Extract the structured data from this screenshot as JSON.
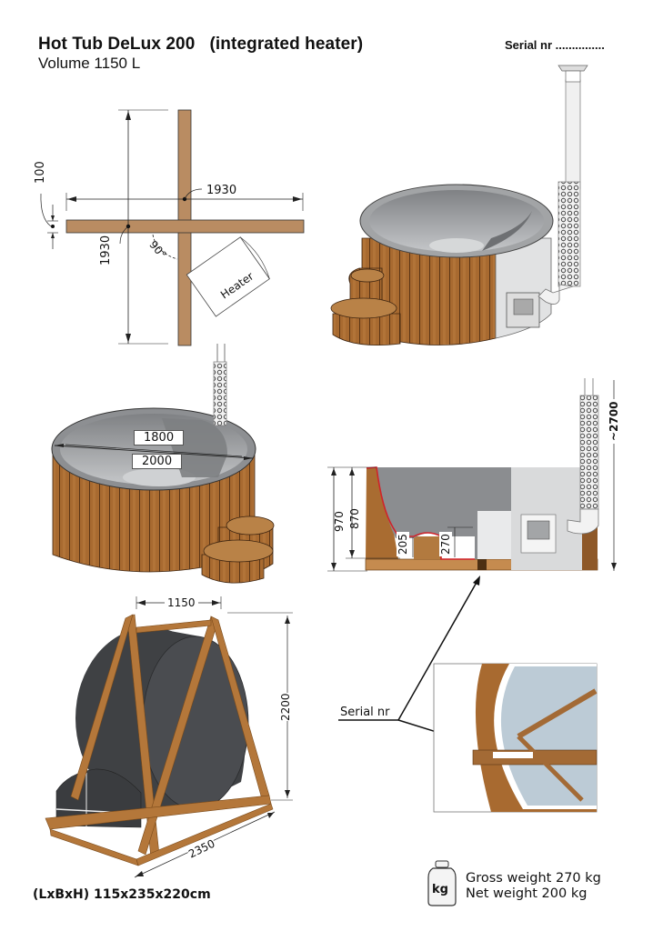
{
  "header": {
    "title": "Hot Tub DeLux 200   (integrated heater)",
    "volume": "Volume 1150 L",
    "serial_label": "Serial nr ..............."
  },
  "foundation_plan": {
    "beam_width_mm": "100",
    "horizontal_span_mm": "1930",
    "vertical_span_mm": "1930",
    "angle": "90°",
    "heater_label": "Heater",
    "beam_color": "#b98c62"
  },
  "top_view_dimensions": {
    "inner_diameter_mm": "1800",
    "outer_diameter_mm": "2000"
  },
  "section_view": {
    "total_height_mm": "970",
    "inner_depth_mm": "870",
    "seat_height_low_mm": "205",
    "seat_height_high_mm": "270",
    "chimney_height_mm": "~2700"
  },
  "serial_callout": {
    "label": "Serial nr"
  },
  "packaging": {
    "width_mm": "1150",
    "height_mm": "2200",
    "length_mm": "2350",
    "summary": "(LxBxH) 115x235x220cm"
  },
  "weight": {
    "icon_label": "kg",
    "gross": "Gross weight 270 kg",
    "net": "Net weight 200 kg"
  },
  "colors": {
    "wood": "#b2753a",
    "wood_dark": "#7e4f22",
    "shell_grey": "#8d8f92",
    "shell_light": "#c9cbcd",
    "package_dark": "#3d3f42",
    "seal_red": "#d0232a"
  }
}
